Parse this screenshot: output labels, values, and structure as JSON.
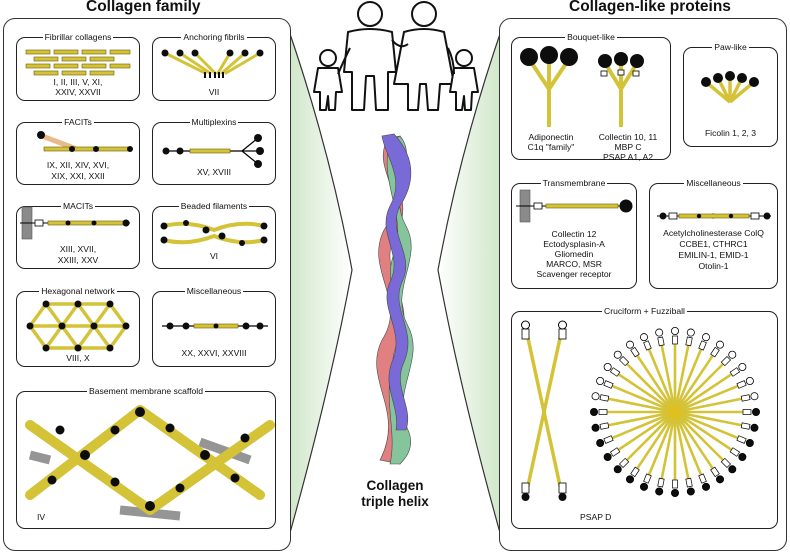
{
  "colors": {
    "rod": "#d4c237",
    "rod_dark": "#6b5e0e",
    "bead": "#0d0d0d",
    "membrane": "#8a8a8a",
    "helix_red": "#e08080",
    "helix_green": "#86c49c",
    "helix_blue": "#7a6ad8",
    "cone": "#d8ead0"
  },
  "left": {
    "title": "Collagen family",
    "cards": [
      {
        "title": "Fibrillar collagens",
        "lines": [
          "I, II, III, V, XI,",
          "XXIV, XXVII"
        ]
      },
      {
        "title": "Anchoring fibrils",
        "lines": [
          "VII"
        ]
      },
      {
        "title": "FACITs",
        "lines": [
          "IX, XII, XIV, XVI,",
          "XIX, XXI, XXII"
        ]
      },
      {
        "title": "Multiplexins",
        "lines": [
          "XV, XVIII"
        ]
      },
      {
        "title": "MACITs",
        "lines": [
          "XIII, XVII,",
          "XXIII, XXV"
        ]
      },
      {
        "title": "Beaded filaments",
        "lines": [
          "VI"
        ]
      },
      {
        "title": "Hexagonal network",
        "lines": [
          "VIII, X"
        ]
      },
      {
        "title": "Miscellaneous",
        "lines": [
          "XX, XXVI, XXVIII"
        ]
      },
      {
        "title": "Basement membrane scaffold",
        "lines": [
          "IV"
        ]
      }
    ]
  },
  "center": {
    "caption_line1": "Collagen",
    "caption_line2": "triple helix"
  },
  "right": {
    "title": "Collagen-like proteins",
    "cards": [
      {
        "title": "Bouquet-like",
        "left_lines": [
          "Adiponectin",
          "C1q \"family\""
        ],
        "right_lines": [
          "Collectin 10, 11",
          "MBP C",
          "PSAP A1, A2"
        ]
      },
      {
        "title": "Paw-like",
        "lines": [
          "Ficolin 1, 2, 3"
        ]
      },
      {
        "title": "Transmembrane",
        "lines": [
          "Collectin 12",
          "Ectodysplasin-A",
          "Gliomedin",
          "MARCO, MSR",
          "Scavenger receptor"
        ]
      },
      {
        "title": "Miscellaneous",
        "lines": [
          "Acetylcholinesterase ColQ",
          "CCBE1, CTHRC1",
          "EMILIN-1, EMID-1",
          "Otolin-1"
        ]
      },
      {
        "title": "Cruciform + Fuzziball",
        "lines": [
          "PSAP D"
        ]
      }
    ]
  }
}
